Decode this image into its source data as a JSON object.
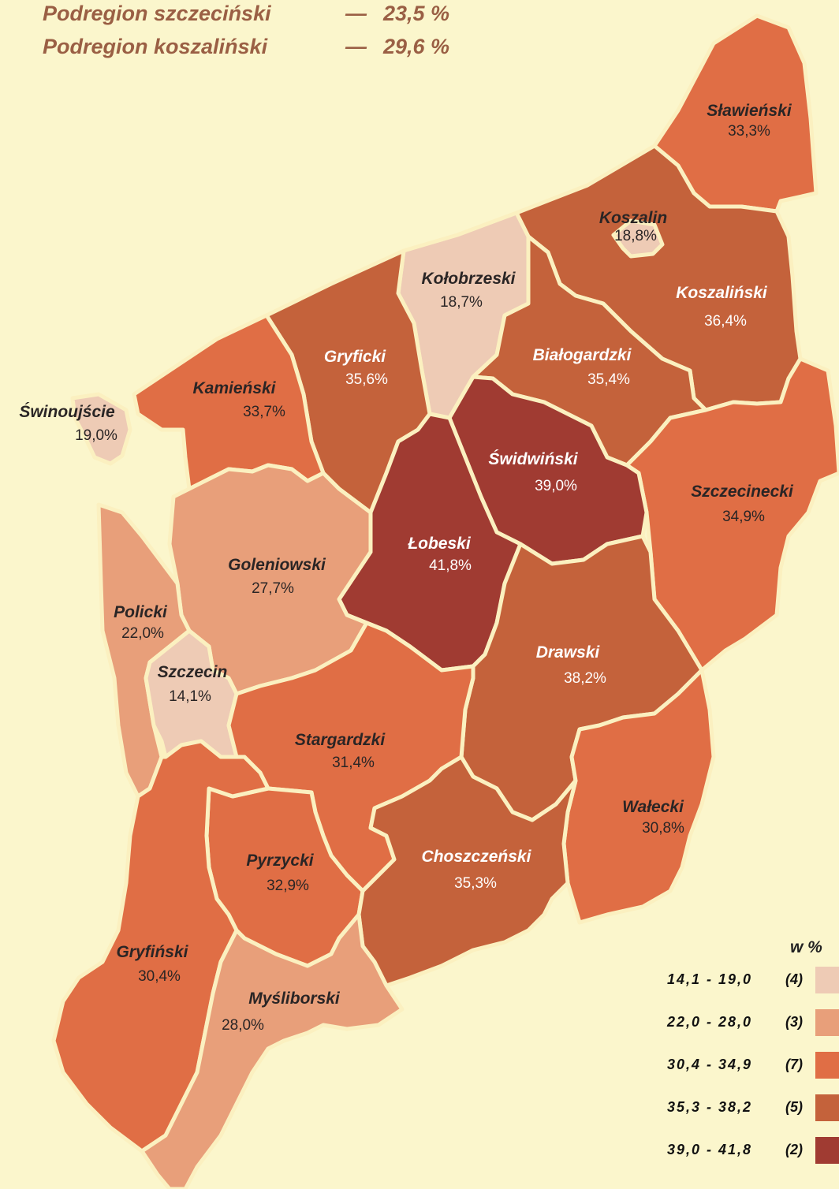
{
  "header": {
    "rows": [
      {
        "name": "Podregion szczeciński",
        "dash": "—",
        "value": "23,5 %"
      },
      {
        "name": "Podregion koszaliński",
        "dash": "—",
        "value": "29,6 %"
      }
    ]
  },
  "colors": {
    "background": "#FBF6CC",
    "border": "#FBF0C0",
    "class1": "#EECBB5",
    "class2": "#E89F7A",
    "class3": "#E06E45",
    "class4": "#C4623B",
    "class5": "#A03B32"
  },
  "regions": [
    {
      "name": "Sławieński",
      "value": "33,3%",
      "class": 3
    },
    {
      "name": "Koszalin",
      "value": "18,8%",
      "class": 1
    },
    {
      "name": "Koszaliński",
      "value": "36,4%",
      "class": 4
    },
    {
      "name": "Kołobrzeski",
      "value": "18,7%",
      "class": 1
    },
    {
      "name": "Białogardzki",
      "value": "35,4%",
      "class": 4
    },
    {
      "name": "Gryficki",
      "value": "35,6%",
      "class": 4
    },
    {
      "name": "Kamieński",
      "value": "33,7%",
      "class": 3
    },
    {
      "name": "Świnoujście",
      "value": "19,0%",
      "class": 1
    },
    {
      "name": "Świdwiński",
      "value": "39,0%",
      "class": 5
    },
    {
      "name": "Szczecinecki",
      "value": "34,9%",
      "class": 3
    },
    {
      "name": "Łobeski",
      "value": "41,8%",
      "class": 5
    },
    {
      "name": "Goleniowski",
      "value": "27,7%",
      "class": 2
    },
    {
      "name": "Policki",
      "value": "22,0%",
      "class": 2
    },
    {
      "name": "Szczecin",
      "value": "14,1%",
      "class": 1
    },
    {
      "name": "Drawski",
      "value": "38,2%",
      "class": 4
    },
    {
      "name": "Stargardzki",
      "value": "31,4%",
      "class": 3
    },
    {
      "name": "Wałecki",
      "value": "30,8%",
      "class": 3
    },
    {
      "name": "Pyrzycki",
      "value": "32,9%",
      "class": 3
    },
    {
      "name": "Choszczeński",
      "value": "35,3%",
      "class": 4
    },
    {
      "name": "Gryfiński",
      "value": "30,4%",
      "class": 3
    },
    {
      "name": "Myśliborski",
      "value": "28,0%",
      "class": 2
    }
  ],
  "legend": {
    "title": "w %",
    "items": [
      {
        "range": "14,1 - 19,0",
        "count": "(4)",
        "color": "#EECBB5"
      },
      {
        "range": "22,0 - 28,0",
        "count": "(3)",
        "color": "#E89F7A"
      },
      {
        "range": "30,4 - 34,9",
        "count": "(7)",
        "color": "#E06E45"
      },
      {
        "range": "35,3 - 38,2",
        "count": "(5)",
        "color": "#C4623B"
      },
      {
        "range": "39,0 - 41,8",
        "count": "(2)",
        "color": "#A03B32"
      }
    ]
  }
}
